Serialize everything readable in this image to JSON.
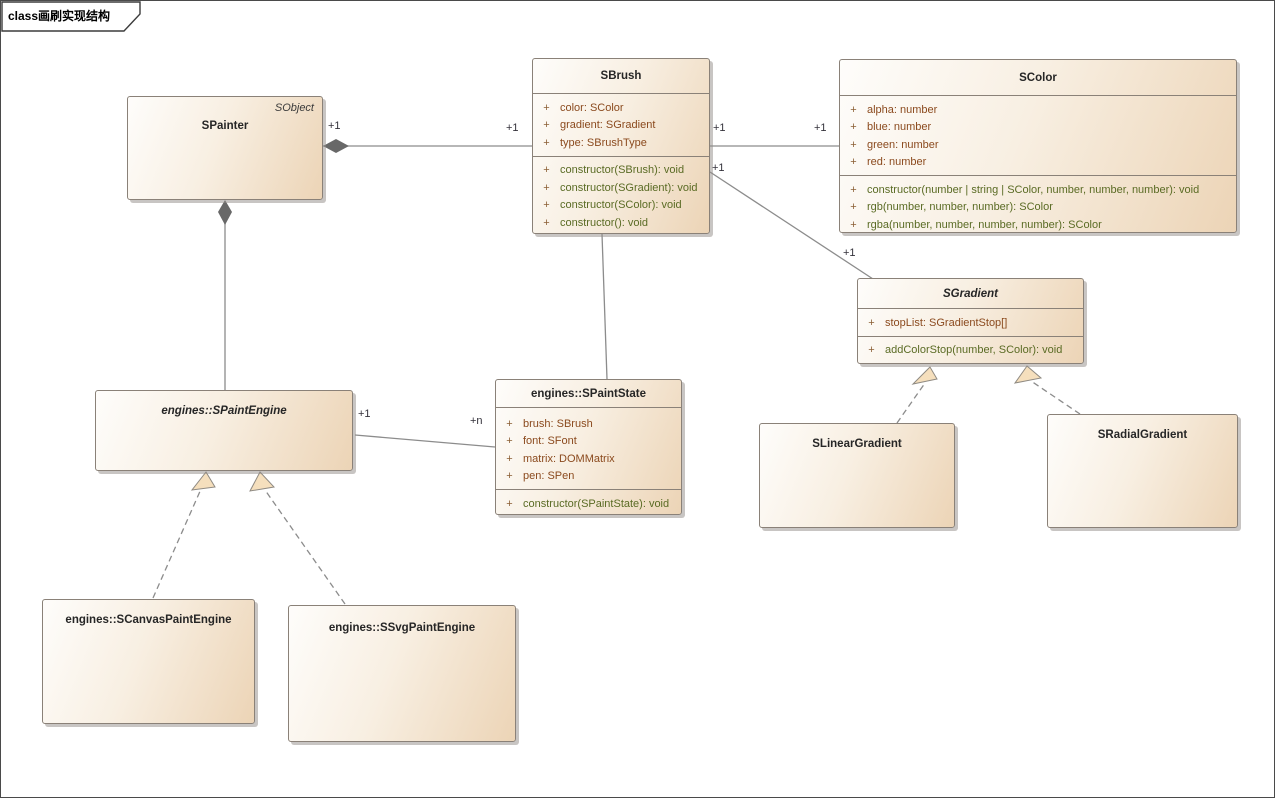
{
  "frame": {
    "label": "class画刷实现结构"
  },
  "classes": {
    "spainter": {
      "stereotype": "SObject",
      "name": "SPainter"
    },
    "sbrush": {
      "name": "SBrush",
      "attributes": [
        {
          "v": "+",
          "t": "color: SColor"
        },
        {
          "v": "+",
          "t": "gradient: SGradient"
        },
        {
          "v": "+",
          "t": "type: SBrushType"
        }
      ],
      "operations": [
        {
          "v": "+",
          "t": "constructor(SBrush): void"
        },
        {
          "v": "+",
          "t": "constructor(SGradient): void"
        },
        {
          "v": "+",
          "t": "constructor(SColor): void"
        },
        {
          "v": "+",
          "t": "constructor(): void"
        }
      ]
    },
    "scolor": {
      "name": "SColor",
      "attributes": [
        {
          "v": "+",
          "t": "alpha: number"
        },
        {
          "v": "+",
          "t": "blue: number"
        },
        {
          "v": "+",
          "t": "green: number"
        },
        {
          "v": "+",
          "t": "red: number"
        }
      ],
      "operations": [
        {
          "v": "+",
          "t": "constructor(number | string | SColor, number, number, number): void"
        },
        {
          "v": "+",
          "t": "rgb(number, number, number): SColor"
        },
        {
          "v": "+",
          "t": "rgba(number, number, number, number): SColor"
        }
      ]
    },
    "sgradient": {
      "name": "SGradient",
      "attributes": [
        {
          "v": "+",
          "t": "stopList: SGradientStop[]"
        }
      ],
      "operations": [
        {
          "v": "+",
          "t": "addColorStop(number, SColor): void"
        }
      ]
    },
    "spaintengine": {
      "name": "engines::SPaintEngine"
    },
    "spaintstate": {
      "name": "engines::SPaintState",
      "attributes": [
        {
          "v": "+",
          "t": "brush: SBrush"
        },
        {
          "v": "+",
          "t": "font: SFont"
        },
        {
          "v": "+",
          "t": "matrix: DOMMatrix"
        },
        {
          "v": "+",
          "t": "pen: SPen"
        }
      ],
      "operations": [
        {
          "v": "+",
          "t": "constructor(SPaintState): void"
        }
      ]
    },
    "slineargradient": {
      "name": "SLinearGradient"
    },
    "sradialgradient": {
      "name": "SRadialGradient"
    },
    "scanvaspaintengine": {
      "name": "engines::SCanvasPaintEngine"
    },
    "ssvgpaintengine": {
      "name": "engines::SSvgPaintEngine"
    }
  },
  "multiplicities": {
    "painter_brush_src": "+1",
    "painter_brush_tgt": "+1",
    "brush_color_src": "+1",
    "brush_color_tgt": "+1",
    "brush_gradient_src": "+1",
    "brush_gradient_tgt": "+1",
    "engine_state_src": "+1",
    "engine_state_tgt": "+n"
  },
  "colors": {
    "box_fill_from": "#fefdfb",
    "box_fill_to": "#ecd4b6",
    "box_border": "#8a8178",
    "attribute_text": "#8b4a1e",
    "operation_text": "#5a6b24",
    "line": "#8c8c8c",
    "diamond_fill": "#686868",
    "arrowhead_fill": "#f5dfbd"
  }
}
